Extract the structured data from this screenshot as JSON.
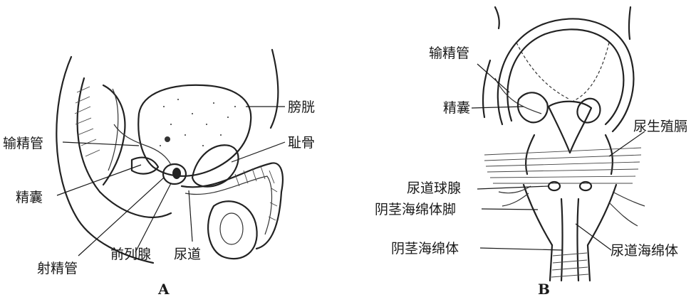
{
  "panels": {
    "a": {
      "label": "A",
      "labels": {
        "bladder": "膀胱",
        "pubis": "耻骨",
        "vas_deferens": "输精管",
        "seminal_vesicle": "精囊",
        "ejaculatory_duct": "射精管",
        "prostate": "前列腺",
        "urethra": "尿道"
      }
    },
    "b": {
      "label": "B",
      "labels": {
        "vas_deferens": "输精管",
        "seminal_vesicle": "精囊",
        "urogenital_diaphragm": "尿生殖膈",
        "bulbourethral_gland": "尿道球腺",
        "crus_penis": "阴茎海绵体脚",
        "corpus_cavernosum": "阴茎海绵体",
        "corpus_spongiosum": "尿道海绵体"
      }
    }
  }
}
